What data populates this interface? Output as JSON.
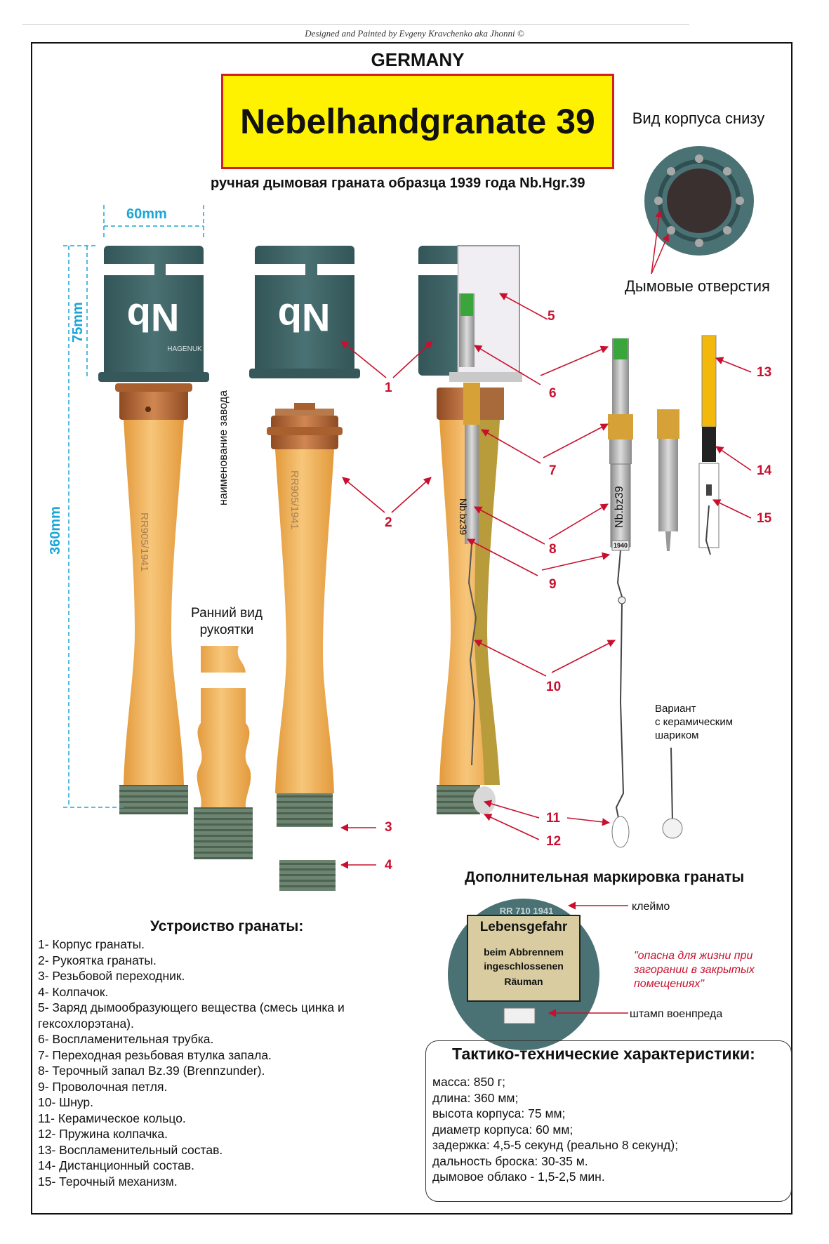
{
  "credit": "Designed and Painted by Evgeny Kravchenko aka Jhonni ©",
  "country": "GERMANY",
  "title": "Nebelhandgranate 39",
  "subtitle": "ручная дымовая граната образца 1939 года Nb.Hgr.39",
  "dimensions": {
    "width": "60mm",
    "head_height": "75mm",
    "length": "360mm"
  },
  "labels": {
    "bottom_view": "Вид корпуса снизу",
    "smoke_holes": "Дымовые отверстия",
    "factory_name": "наименование завода",
    "early_handle": "Ранний вид рукоятки",
    "variant": [
      "Вариант",
      "с керамическим",
      "шариком"
    ],
    "marking_title": "Дополнительная маркировка гранаты",
    "kleimo": "клеймо",
    "stamp": "штамп военпреда",
    "warning_translation": "\"опасна для жизни при загорании в закрытых помещениях\""
  },
  "markings": {
    "body_letters": "Nb",
    "maker": "HAGENUK",
    "handle_code": "RR905/1941",
    "fuze_code": "Nb.bz39",
    "fuze_year": "1940",
    "fuze_code_small": "Nb.bz39",
    "disc_code": "RR 710 1941",
    "plate": [
      "Lebensgefahr",
      "beim Abbrennem",
      "ingeschlossenen",
      "Räuman"
    ]
  },
  "numbers": [
    "1",
    "1",
    "2",
    "2",
    "3",
    "4",
    "5",
    "6",
    "7",
    "7",
    "8",
    "9",
    "10",
    "11",
    "12",
    "13",
    "14",
    "15"
  ],
  "legend_title": "Устроиство гранаты:",
  "legend": [
    "1- Корпус гранаты.",
    "2- Рукоятка гранаты.",
    "3- Резьбовой переходник.",
    "4- Колпачок.",
    "5- Заряд дымообразующего вещества (смесь цинка и",
    "гексохлорэтана).",
    "6- Воспламенительная трубка.",
    "7- Переходная резьбовая втулка запала.",
    "8- Терочный запал Bz.39 (Brennzunder).",
    "9- Проволочная петля.",
    "10- Шнур.",
    "11- Керамическое кольцо.",
    "12- Пружина колпачка.",
    "13- Воспламенительный состав.",
    "14- Дистанционный состав.",
    "15- Терочный механизм."
  ],
  "specs_title": "Тактико-технические характеристики:",
  "specs": [
    "масса: 850 г;",
    "длина: 360 мм;",
    "высота корпуса: 75 мм;",
    "диаметр корпуса: 60 мм;",
    "задержка: 4,5-5 секунд (реально 8 секунд);",
    "дальность броска: 30-35 м.",
    "дымовое облако - 1,5-2,5 мин."
  ],
  "colors": {
    "body": "#3f6466",
    "wood": "#f2b661",
    "copper": "#b86a3a",
    "thread": "#5f7766",
    "title_bg": "#fff200",
    "title_border": "#d21f1f",
    "accent_red": "#c8102e",
    "dimension_blue": "#1aa6d6"
  }
}
